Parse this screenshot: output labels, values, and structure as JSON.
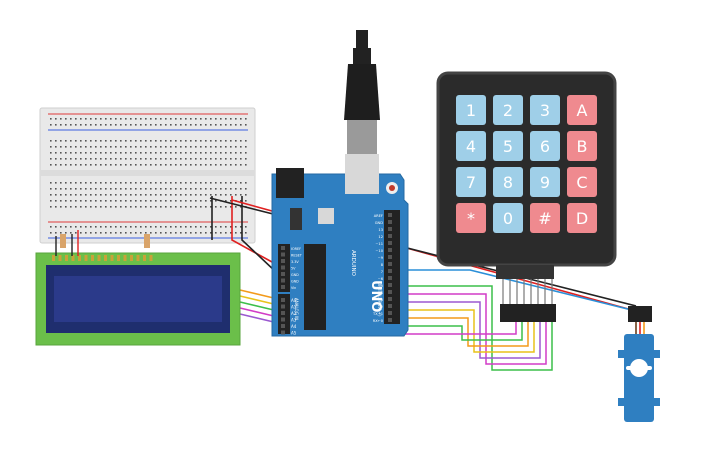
{
  "keypad": {
    "keys": [
      {
        "label": "1",
        "kind": "num"
      },
      {
        "label": "2",
        "kind": "num"
      },
      {
        "label": "3",
        "kind": "num"
      },
      {
        "label": "A",
        "kind": "fn"
      },
      {
        "label": "4",
        "kind": "num"
      },
      {
        "label": "5",
        "kind": "num"
      },
      {
        "label": "6",
        "kind": "num"
      },
      {
        "label": "B",
        "kind": "fn"
      },
      {
        "label": "7",
        "kind": "num"
      },
      {
        "label": "8",
        "kind": "num"
      },
      {
        "label": "9",
        "kind": "num"
      },
      {
        "label": "C",
        "kind": "fn"
      },
      {
        "label": "*",
        "kind": "fn"
      },
      {
        "label": "0",
        "kind": "num"
      },
      {
        "label": "#",
        "kind": "fn"
      },
      {
        "label": "D",
        "kind": "fn"
      }
    ],
    "colors": {
      "body": "#2b2b2b",
      "num": "#9fcfe8",
      "fn": "#ef8a8f"
    }
  },
  "arduino": {
    "logo_text": "UNO",
    "brand_text": "ARDUINO",
    "digital_label": "DIGITAL (PWM ~)",
    "analog_label": "ANALOG IN",
    "power_pins": [
      "IOREF",
      "RESET",
      "3.3V",
      "5V",
      "GND",
      "GND",
      "Vin"
    ],
    "analog_pins": [
      "A0",
      "A1",
      "A2",
      "A3",
      "A4",
      "A5"
    ],
    "digital_pins": [
      "AREF",
      "GND",
      "13",
      "12",
      "~11",
      "~10",
      "~9",
      "8",
      "7",
      "~6",
      "~5",
      "4",
      "~3",
      "2",
      "TX→1",
      "RX←0"
    ],
    "color": "#2f7fc1"
  },
  "wire_colors": {
    "red": "#e02020",
    "black": "#222222",
    "blue": "#2a8fd8",
    "green": "#3cbf4a",
    "magenta": "#d23cc7",
    "orange": "#f39a1a",
    "yellow": "#e8c21a",
    "purple": "#9b59d0"
  },
  "lcd": {
    "board_color": "#6bbf4a",
    "screen_color": "#2b3a8a"
  },
  "servo": {
    "color": "#2f7fc1"
  }
}
